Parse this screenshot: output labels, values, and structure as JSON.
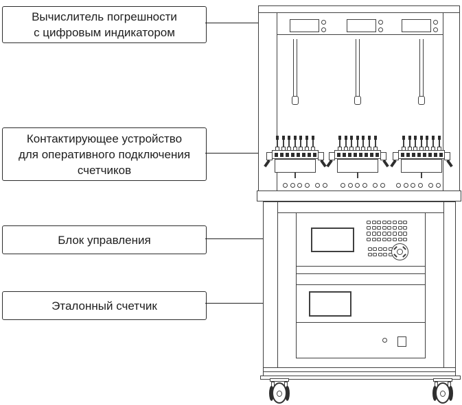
{
  "diagram": {
    "kind": "labeled technical drawing of meter test rack",
    "labels": [
      {
        "id": "error-calculator",
        "lines": [
          "Вычислитель погрешности",
          "с цифровым индикатором"
        ]
      },
      {
        "id": "contact-device",
        "lines": [
          "Контактирующее устройство",
          "для оперативного подключения",
          "счетчиков"
        ]
      },
      {
        "id": "control-unit",
        "lines": [
          "Блок управления"
        ]
      },
      {
        "id": "reference-meter",
        "lines": [
          "Эталонный счетчик"
        ]
      }
    ],
    "colors": {
      "line": "#3f3f3f",
      "dark_fill": "#2e2e2e",
      "label_border": "#2b2b2b",
      "text": "#1d1d1d",
      "arrow": "#1f1f1f",
      "background": "#ffffff"
    },
    "equipment": {
      "top_displays": 3,
      "indicator_circles_per_display": 2,
      "hanging_rods": 3,
      "contact_devices": 3,
      "pins_per_contact_device": 7,
      "terminal_circle_groups": 3,
      "circles_per_group": 6,
      "keypad_main_rows": 4,
      "keypad_main_cols": 8,
      "keypad_lower_rows": 2,
      "keypad_lower_cols": 5,
      "casters": 2
    }
  }
}
